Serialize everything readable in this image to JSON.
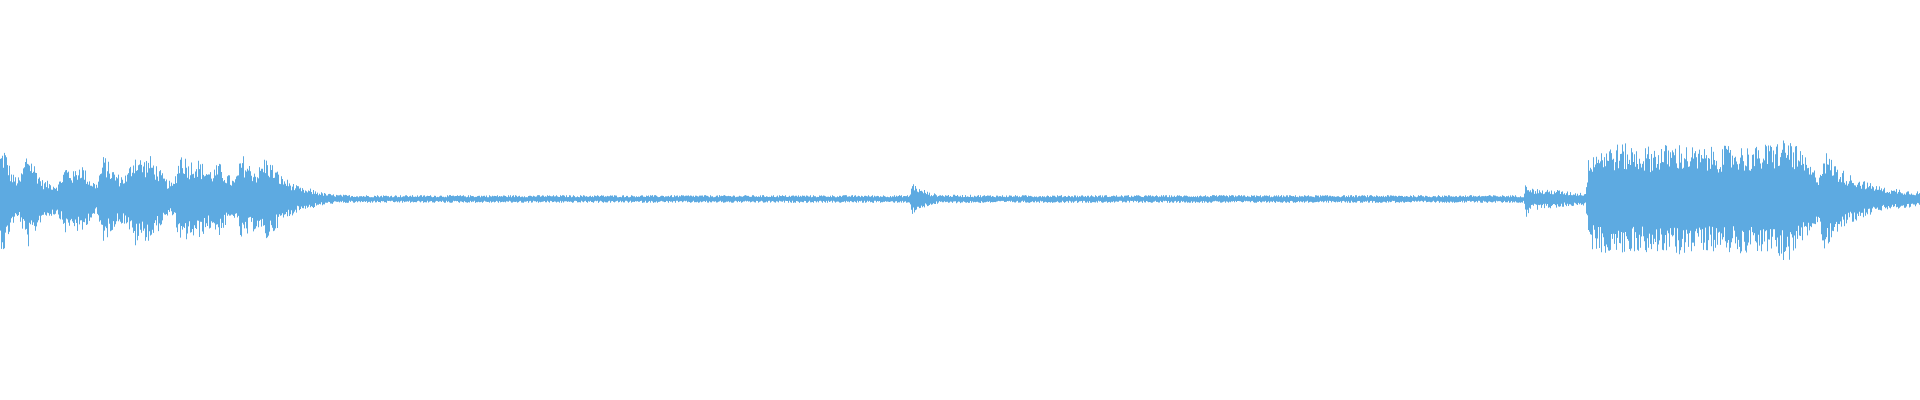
{
  "waveform": {
    "color": "#5daae1",
    "background": "#ffffff",
    "envelope": [
      [
        0.0,
        0.55
      ],
      [
        0.002,
        0.62
      ],
      [
        0.006,
        0.3
      ],
      [
        0.01,
        0.24
      ],
      [
        0.014,
        0.58
      ],
      [
        0.018,
        0.4
      ],
      [
        0.022,
        0.22
      ],
      [
        0.026,
        0.2
      ],
      [
        0.03,
        0.18
      ],
      [
        0.034,
        0.4
      ],
      [
        0.038,
        0.32
      ],
      [
        0.042,
        0.44
      ],
      [
        0.046,
        0.26
      ],
      [
        0.05,
        0.18
      ],
      [
        0.054,
        0.52
      ],
      [
        0.058,
        0.36
      ],
      [
        0.062,
        0.28
      ],
      [
        0.066,
        0.3
      ],
      [
        0.07,
        0.56
      ],
      [
        0.074,
        0.46
      ],
      [
        0.078,
        0.5
      ],
      [
        0.082,
        0.38
      ],
      [
        0.086,
        0.24
      ],
      [
        0.09,
        0.18
      ],
      [
        0.094,
        0.58
      ],
      [
        0.098,
        0.44
      ],
      [
        0.102,
        0.48
      ],
      [
        0.106,
        0.4
      ],
      [
        0.11,
        0.34
      ],
      [
        0.114,
        0.42
      ],
      [
        0.118,
        0.3
      ],
      [
        0.122,
        0.22
      ],
      [
        0.126,
        0.52
      ],
      [
        0.13,
        0.4
      ],
      [
        0.134,
        0.34
      ],
      [
        0.138,
        0.5
      ],
      [
        0.142,
        0.4
      ],
      [
        0.146,
        0.28
      ],
      [
        0.15,
        0.22
      ],
      [
        0.154,
        0.16
      ],
      [
        0.158,
        0.12
      ],
      [
        0.162,
        0.09
      ],
      [
        0.166,
        0.07
      ],
      [
        0.17,
        0.05
      ],
      [
        0.176,
        0.04
      ],
      [
        0.186,
        0.035
      ],
      [
        0.2,
        0.035
      ],
      [
        0.24,
        0.035
      ],
      [
        0.3,
        0.035
      ],
      [
        0.36,
        0.035
      ],
      [
        0.42,
        0.035
      ],
      [
        0.47,
        0.035
      ],
      [
        0.474,
        0.035
      ],
      [
        0.475,
        0.2
      ],
      [
        0.477,
        0.16
      ],
      [
        0.48,
        0.1
      ],
      [
        0.484,
        0.06
      ],
      [
        0.49,
        0.04
      ],
      [
        0.52,
        0.035
      ],
      [
        0.6,
        0.035
      ],
      [
        0.68,
        0.035
      ],
      [
        0.74,
        0.035
      ],
      [
        0.79,
        0.035
      ],
      [
        0.794,
        0.035
      ],
      [
        0.795,
        0.22
      ],
      [
        0.797,
        0.14
      ],
      [
        0.8,
        0.1
      ],
      [
        0.805,
        0.08
      ],
      [
        0.81,
        0.09
      ],
      [
        0.815,
        0.07
      ],
      [
        0.822,
        0.06
      ],
      [
        0.826,
        0.06
      ],
      [
        0.828,
        0.58
      ],
      [
        0.835,
        0.62
      ],
      [
        0.845,
        0.64
      ],
      [
        0.855,
        0.6
      ],
      [
        0.865,
        0.62
      ],
      [
        0.875,
        0.64
      ],
      [
        0.885,
        0.58
      ],
      [
        0.895,
        0.6
      ],
      [
        0.905,
        0.62
      ],
      [
        0.915,
        0.6
      ],
      [
        0.925,
        0.66
      ],
      [
        0.932,
        0.72
      ],
      [
        0.936,
        0.6
      ],
      [
        0.94,
        0.5
      ],
      [
        0.944,
        0.36
      ],
      [
        0.948,
        0.3
      ],
      [
        0.95,
        0.58
      ],
      [
        0.953,
        0.5
      ],
      [
        0.958,
        0.36
      ],
      [
        0.964,
        0.28
      ],
      [
        0.97,
        0.22
      ],
      [
        0.976,
        0.17
      ],
      [
        0.982,
        0.13
      ],
      [
        0.988,
        0.1
      ],
      [
        0.994,
        0.08
      ],
      [
        1.0,
        0.07
      ]
    ]
  }
}
